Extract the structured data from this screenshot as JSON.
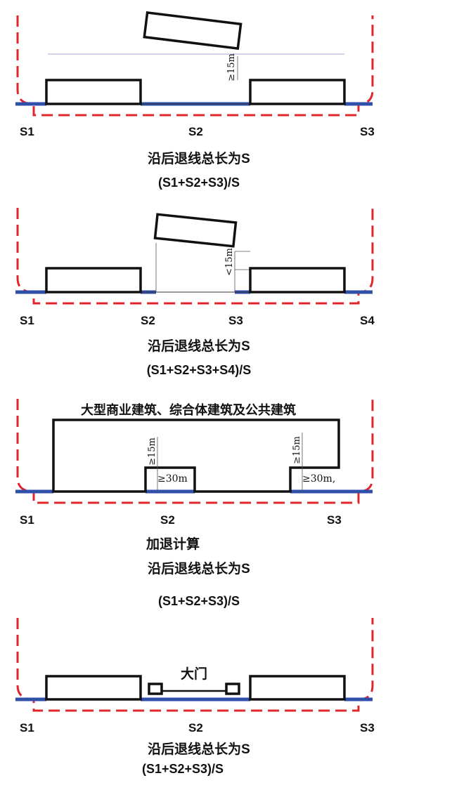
{
  "colors": {
    "red_dashed": "#e0262c",
    "building_outline": "#111111",
    "frontage": "#2f4fa8"
  },
  "panel1": {
    "labels": {
      "s1": "S1",
      "s2": "S2",
      "s3": "S3"
    },
    "setback_annotation": "≥15m",
    "caption_line1": "沿后退线总长为S",
    "caption_line2": "(S1+S2+S3)/S"
  },
  "panel2": {
    "labels": {
      "s1": "S1",
      "s2": "S2",
      "s3": "S3",
      "s4": "S4"
    },
    "setback_annotation": "<15m",
    "caption_line1": "沿后退线总长为S",
    "caption_line2": "(S1+S2+S3+S4)/S"
  },
  "panel3": {
    "building_title": "大型商业建筑、综合体建筑及公共建筑",
    "labels": {
      "s1": "S1",
      "s2": "S2",
      "s3": "S3"
    },
    "depth_annotation_left": "≥15m",
    "width_annotation_left": "≥30m",
    "depth_annotation_right": "≥15m",
    "width_annotation_right": "≥30m,",
    "caption_line0": "加退计算",
    "caption_line1": "沿后退线总长为S",
    "caption_line2": "(S1+S2+S3)/S"
  },
  "panel4": {
    "gate_label": "大门",
    "labels": {
      "s1": "S1",
      "s2": "S2",
      "s3": "S3"
    },
    "caption_line1": "沿后退线总长为S",
    "caption_line2": "(S1+S2+S3)/S"
  }
}
